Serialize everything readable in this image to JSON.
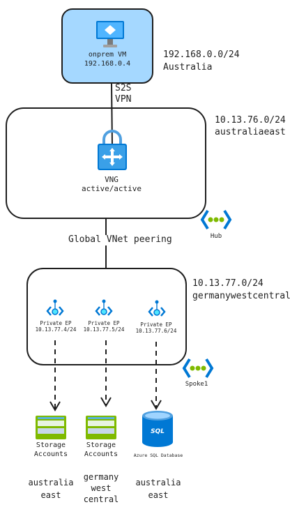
{
  "onprem": {
    "vm_name": "onprem VM",
    "vm_ip": "192.168.0.4",
    "cidr": "192.168.0.0/24",
    "region": "Australia"
  },
  "link": {
    "line1": "S2S",
    "line2": "VPN"
  },
  "hub": {
    "cidr": "10.13.76.0/24",
    "region": "australiaeast",
    "vng_name": "VNG",
    "vng_mode": "active/active",
    "label": "Hub",
    "peering": "Global VNet peering"
  },
  "spoke": {
    "cidr": "10.13.77.0/24",
    "region": "germanywestcentral",
    "label": "Spoke1",
    "endpoints": [
      {
        "title": "Private EP",
        "ip": "10.13.77.4/24"
      },
      {
        "title": "Private EP",
        "ip": "10.13.77.5/24"
      },
      {
        "title": "Private EP",
        "ip": "10.13.77.6/24"
      }
    ]
  },
  "resources": [
    {
      "name_line1": "Storage",
      "name_line2": "Accounts",
      "region_lines": [
        "australia",
        "east"
      ]
    },
    {
      "name_line1": "Storage",
      "name_line2": "Accounts",
      "region_lines": [
        "germany",
        "west",
        "central"
      ]
    },
    {
      "name_line1": "Azure SQL Database",
      "icon_text": "SQL",
      "region_lines": [
        "australia",
        "east"
      ]
    }
  ],
  "colors": {
    "onprem_fill": "#a5d8ff",
    "azure_blue": "#0078d4",
    "azure_light": "#50e6ff",
    "vnet_green": "#7fba00",
    "stroke": "#1e1e1e"
  }
}
